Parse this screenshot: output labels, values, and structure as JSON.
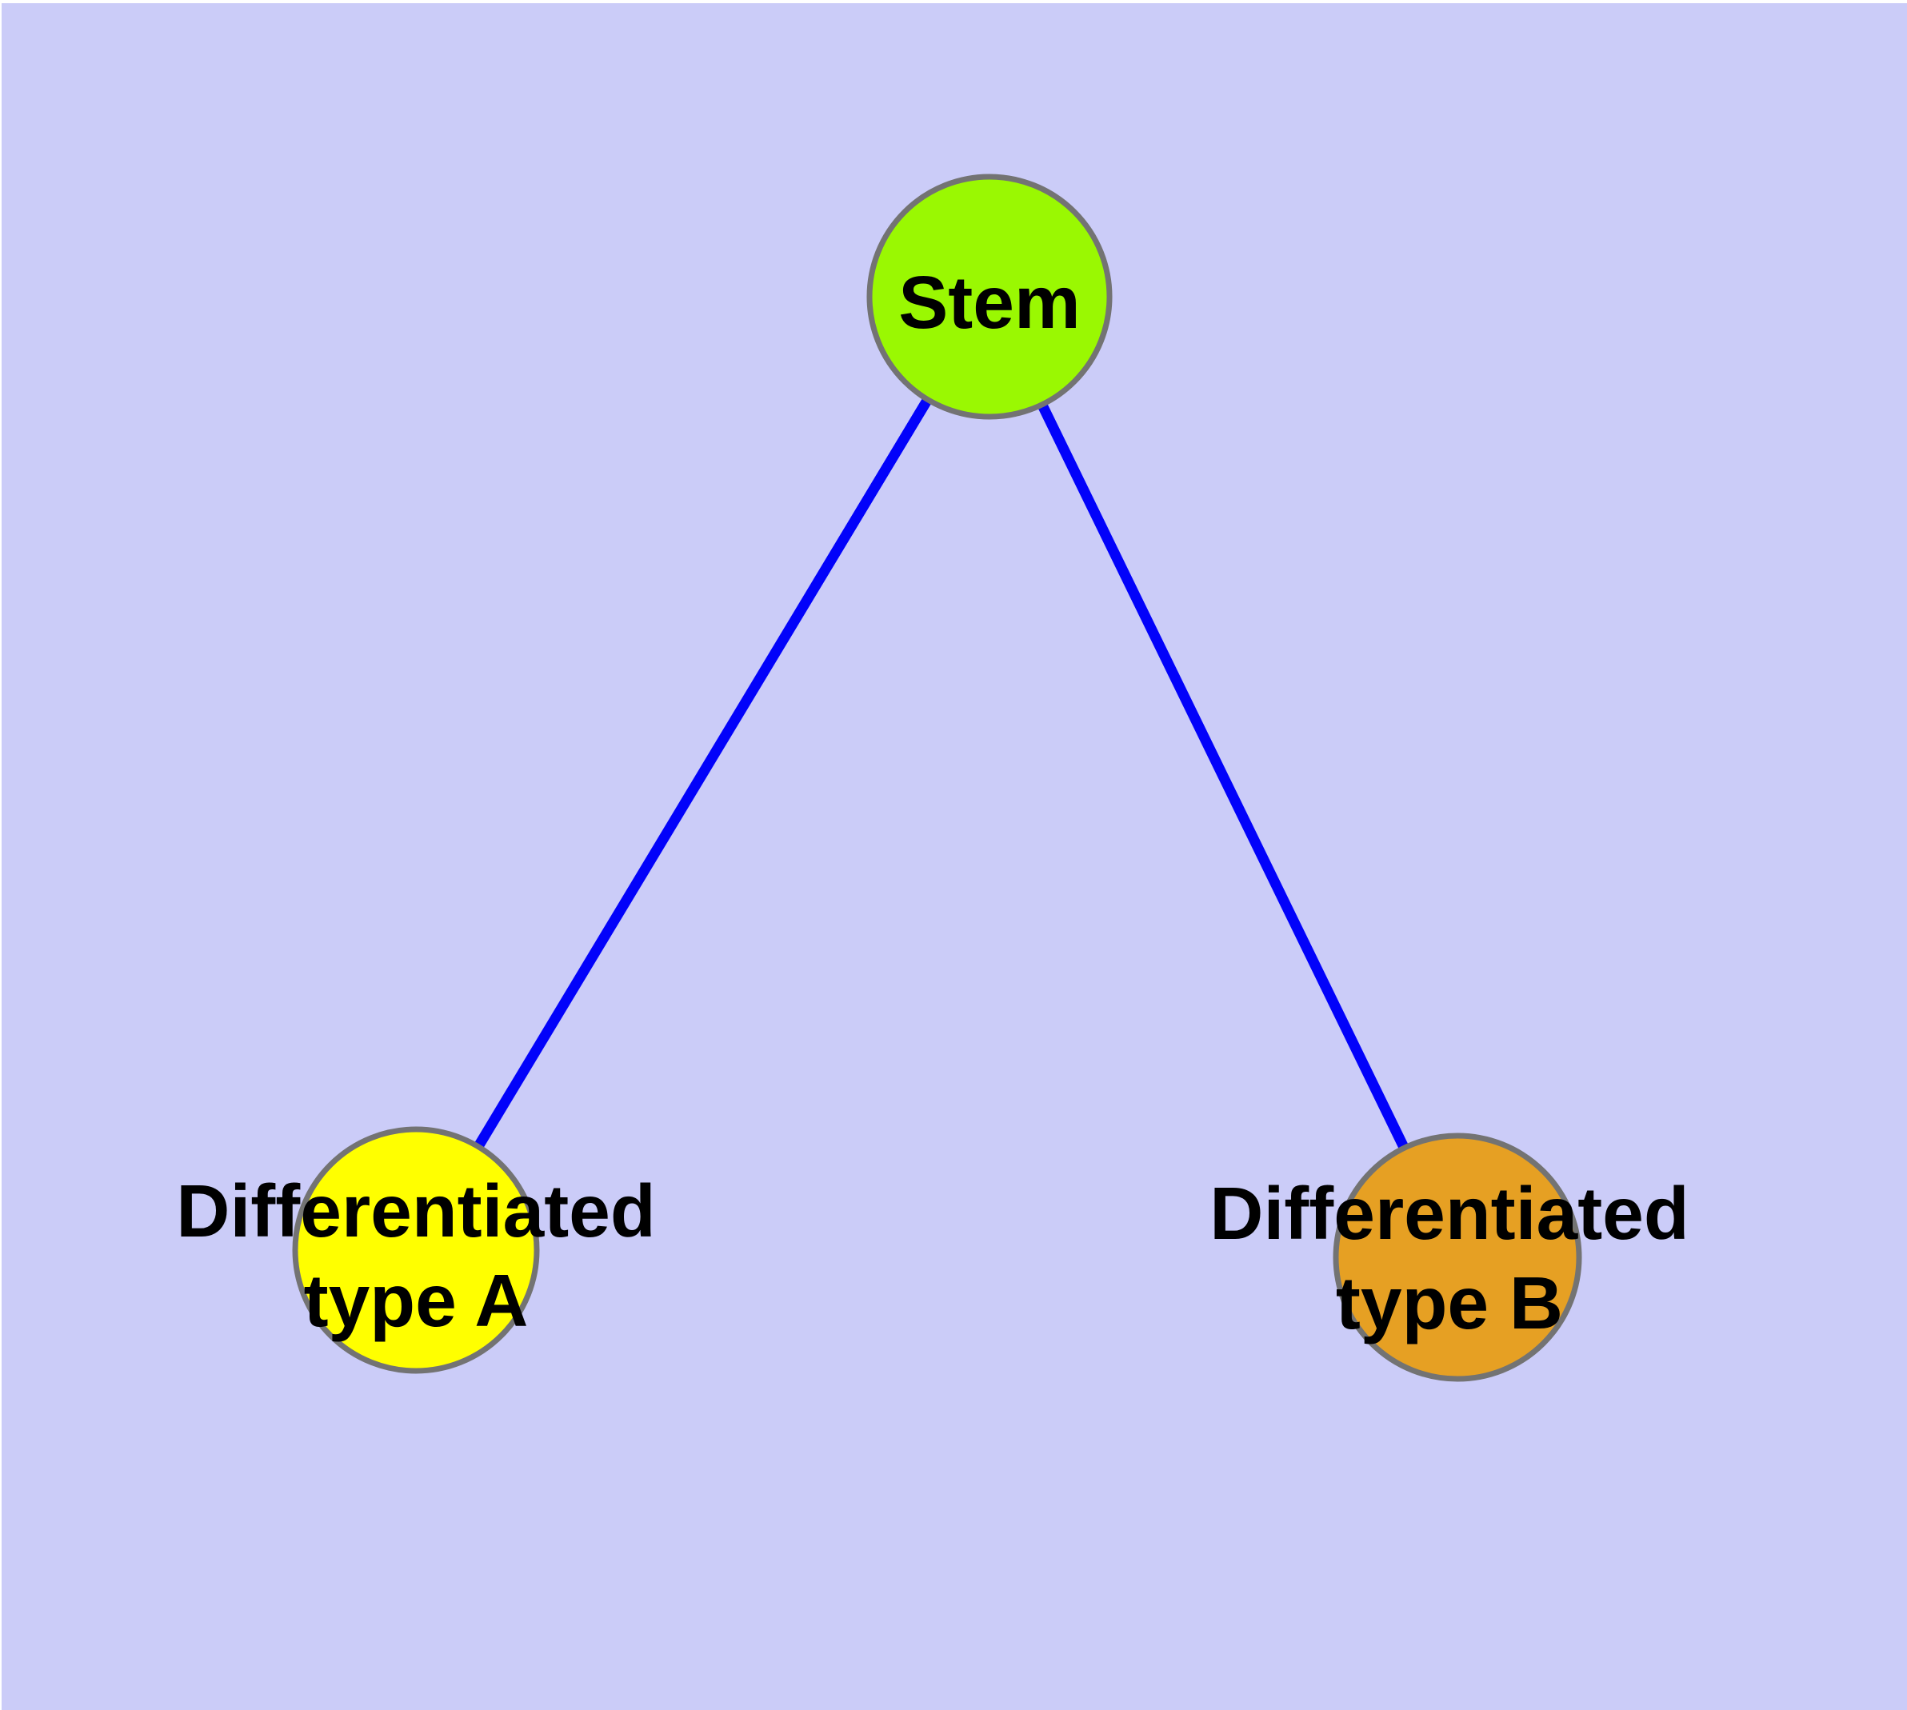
{
  "diagram": {
    "type": "graph",
    "background_color": "#CBCCF8",
    "frame_color": "#FFFFFF",
    "edge_color": "#0202FA",
    "node_border_color": "#737373",
    "label_color": "#000000",
    "nodes": [
      {
        "id": "stem",
        "label": "Stem",
        "label_lines": [
          "Stem"
        ],
        "color": "#9AF802"
      },
      {
        "id": "differentiated-type-a",
        "label": "Differentiated type A",
        "label_lines": [
          "Differentiated",
          "type A"
        ],
        "color": "#FFFF00"
      },
      {
        "id": "differentiated-type-b",
        "label": "Differentiated type B",
        "label_lines": [
          "Differentiated",
          "type B"
        ],
        "color": "#E6A023"
      }
    ],
    "edges": [
      {
        "from": "Stem",
        "to": "Differentiated type A"
      },
      {
        "from": "Stem",
        "to": "Differentiated type B"
      }
    ]
  }
}
